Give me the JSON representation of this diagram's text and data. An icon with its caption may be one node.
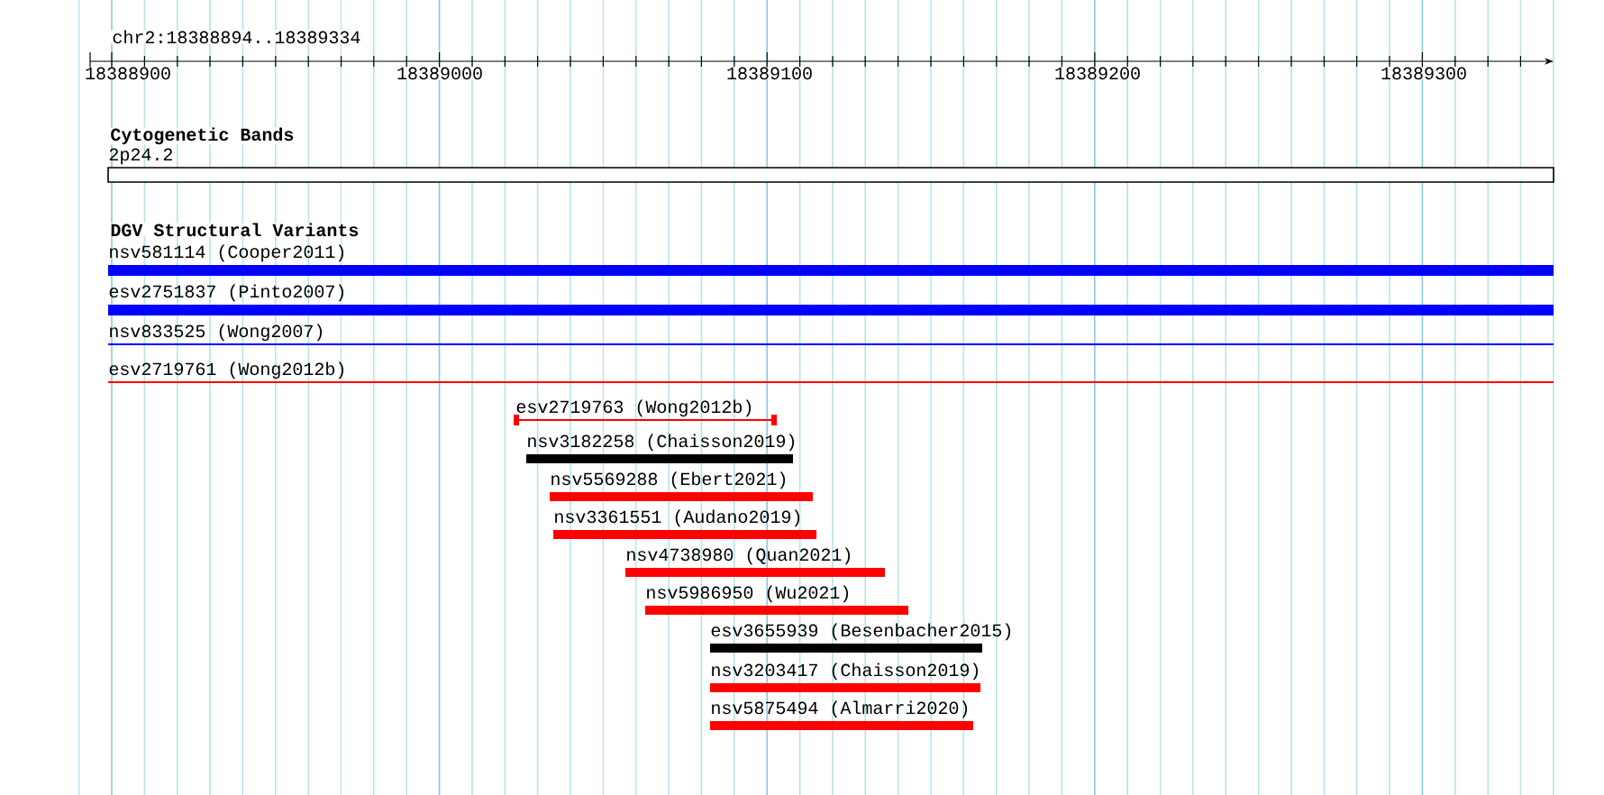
{
  "diagram": {
    "nodes": [
      {
        "text": [
          "2p24.2"
        ]
      },
      {
        "text": [
          "nsv581114 (Cooper2011)"
        ]
      },
      {
        "text": [
          "esv2751837 (Pinto2007)"
        ]
      },
      {
        "text": [
          "nsv833525 (Wong2007)"
        ]
      },
      {
        "text": [
          "esv2719761 (Wong2012b)"
        ]
      },
      {
        "text": [
          "esv2719763 (Wong2012b)"
        ]
      },
      {
        "text": [
          "nsv3182258 (Chaisson2019)"
        ]
      },
      {
        "text": [
          "nsv5569288 (Ebert2021)"
        ]
      },
      {
        "text": [
          "nsv3361551 (Audano2019)"
        ]
      },
      {
        "text": [
          "nsv4738980 (Quan2021)"
        ]
      },
      {
        "text": [
          "nsv5986950 (Wu2021)"
        ]
      },
      {
        "text": [
          "esv3655939 (Besenbacher2015)"
        ]
      },
      {
        "text": [
          "nsv3203417 (Chaisson2019)"
        ]
      },
      {
        "text": [
          "nsv5875494 (Almarri2020)"
        ]
      }
    ],
    "labels": [
      "chr2:18388894..18389334",
      "18388900",
      "18389000",
      "18389100",
      "18389200",
      "18389300",
      "Cytogenetic Bands",
      "DGV Structural Variants"
    ]
  }
}
